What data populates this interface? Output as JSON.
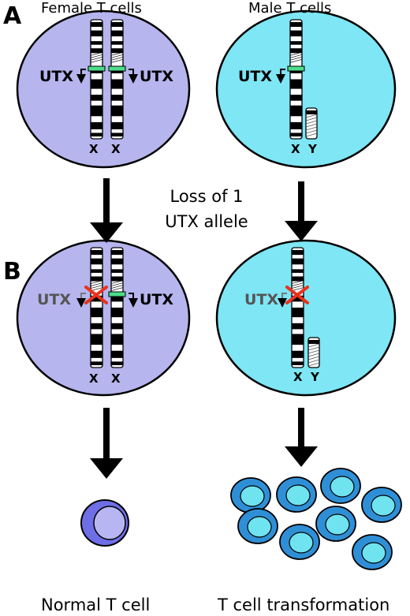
{
  "panel_a": {
    "letter": "A",
    "female_title": "Female T cells",
    "male_title": "Male T cells",
    "gene": "UTX",
    "x_label": "X",
    "y_label": "Y"
  },
  "middle": {
    "line1": "Loss of 1",
    "line2": "UTX allele"
  },
  "panel_b": {
    "letter": "B",
    "gene": "UTX",
    "x_label": "X",
    "y_label": "Y"
  },
  "outcomes": {
    "female": "Normal T cell",
    "male": "T cell transformation"
  },
  "colors": {
    "female_cell": "#b6b5ee",
    "male_cell": "#7ee6f4",
    "gene_mark": "#4ddc8a",
    "deletion_x": "#e8321e",
    "normal_cell_outer": "#6e6ee6",
    "normal_cell_inner": "#b8b6f2",
    "transformed_outer": "#2f8fd6",
    "transformed_inner": "#6fe3ef"
  }
}
